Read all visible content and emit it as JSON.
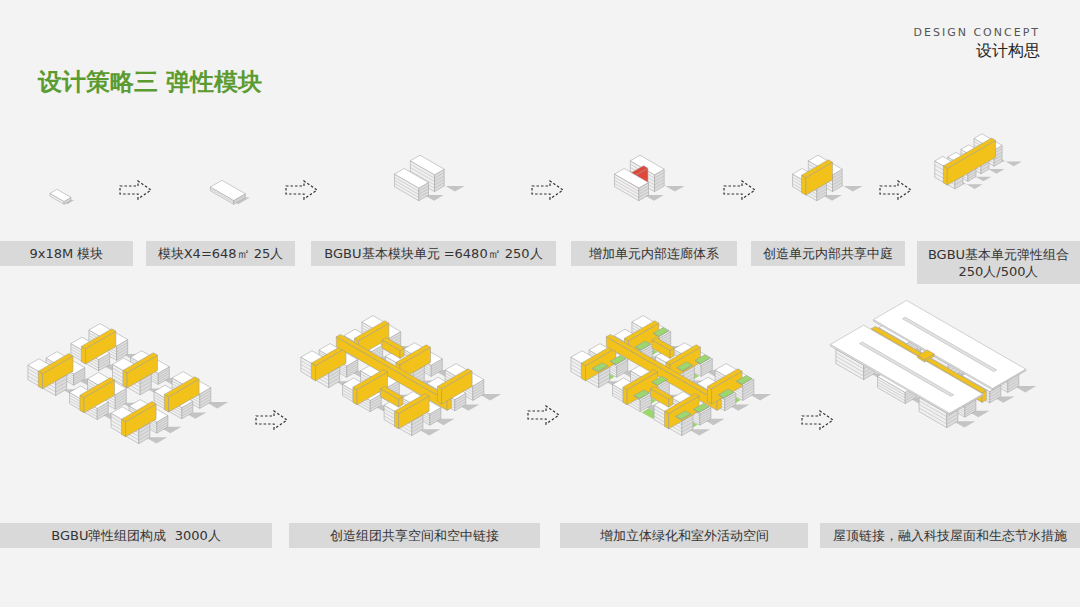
{
  "diagram": {
    "title": "设计策略三  弹性模块",
    "nodes": [
      {
        "text": [
          "9x18M 模块"
        ]
      },
      {
        "text": [
          "模块X4=648㎡ 25人"
        ]
      },
      {
        "text": [
          "BGBU基本模块单元 =6480㎡ 250人"
        ]
      },
      {
        "text": [
          "增加单元内部连廊体系"
        ]
      },
      {
        "text": [
          "创造单元内部共享中庭"
        ]
      },
      {
        "text": [
          "BGBU基本单元弹性组合 250人/500人"
        ]
      },
      {
        "text": [
          "BGBU弹性组团构成  3000人"
        ]
      },
      {
        "text": [
          "创造组团共享空间和空中链接"
        ]
      },
      {
        "text": [
          "增加立体绿化和室外活动空间"
        ]
      },
      {
        "text": [
          "屋顶链接，融入科技屋面和生态节水措施"
        ]
      }
    ],
    "labels": [
      "DESIGN CONCEPT",
      "设计构思"
    ]
  }
}
